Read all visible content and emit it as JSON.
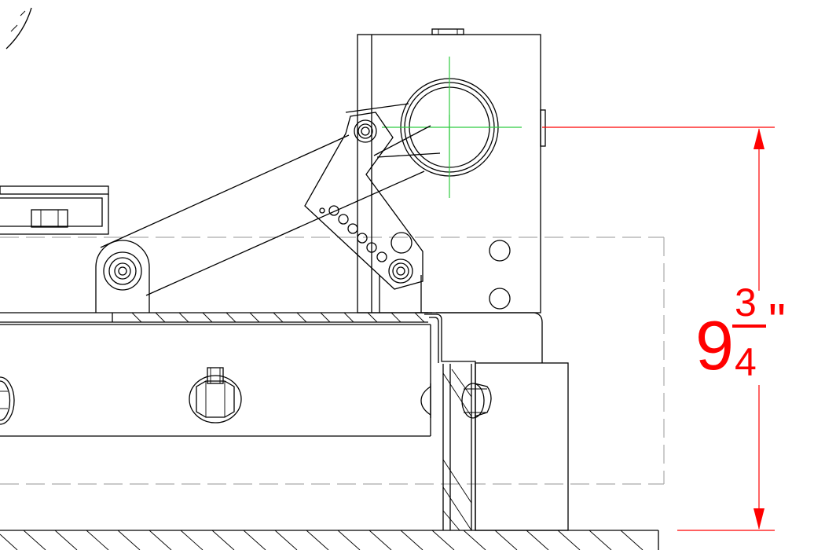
{
  "dimension": {
    "whole": "9",
    "numerator": "3",
    "denominator": "4",
    "unit": "\"",
    "color": "#ff0000"
  },
  "colors": {
    "linework": "#000000",
    "hidden_lines": "#aaaaaa",
    "centerlines": "#2ecc40",
    "dimension": "#ff0000"
  }
}
